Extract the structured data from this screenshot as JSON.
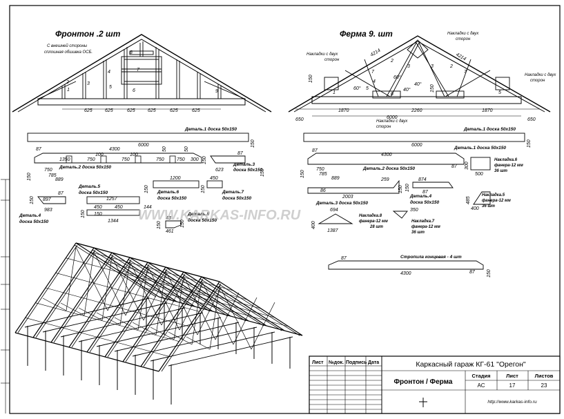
{
  "gable": {
    "title": "Фронтон .2 шт",
    "note_line1": "С внешней стороны",
    "note_line2": "сплошная обшивка ОСБ.",
    "part_numbers": [
      "1",
      "2",
      "3",
      "4",
      "5",
      "6",
      "7",
      "8",
      "9"
    ],
    "spacing_dims": [
      "625",
      "625",
      "625",
      "625",
      "625",
      "625"
    ]
  },
  "truss": {
    "title": "Ферма 9. шт",
    "overlay_top": "Накладки с двух",
    "overlay_top2": "сторон",
    "overlay_left": "Накладки с двух",
    "overlay_left2": "сторон",
    "overlay_right": "Накладки с двух",
    "overlay_right2": "сторон",
    "overlay_bottom": "Накладки с двух",
    "overlay_bottom2": "сторон",
    "dims": [
      "650",
      "1870",
      "2260",
      "1870",
      "650",
      "6000",
      "4214",
      "4214",
      "150",
      "150",
      "60°",
      "60°",
      "40°",
      "40°"
    ],
    "part_numbers": [
      "1",
      "2",
      "3",
      "4",
      "5",
      "6",
      "7",
      "2",
      "3",
      "5",
      "7"
    ]
  },
  "gable_parts": {
    "det1": "Деталь.1 доска 50х150",
    "det1_len": "6000",
    "det1_h": "150",
    "det2": "Деталь.2 доска 50х150",
    "det2_dims": [
      "87",
      "4300",
      "100",
      "100",
      "750",
      "750",
      "750",
      "750",
      "1350",
      "750",
      "785",
      "889",
      "300",
      "150",
      "50",
      "50"
    ],
    "det3": "Деталь.3",
    "det3b": "доска 50х150",
    "det3_dims": [
      "87",
      "150",
      "623",
      "150"
    ],
    "det4": "Деталь.4",
    "det4b": "доска 50х150",
    "det4_dims": [
      "87",
      "897",
      "983",
      "150"
    ],
    "det5": "Деталь.5",
    "det5b": "доска 50х150",
    "det5_dims": [
      "1257",
      "450",
      "450",
      "144",
      "150",
      "1344",
      "150"
    ],
    "det6": "Деталь.6",
    "det6b": "доска 50х150",
    "det6_dims": [
      "1200",
      "150"
    ],
    "det7": "Деталь.7",
    "det7b": "доска 50х150",
    "det7_dims": [
      "450",
      "150"
    ],
    "det8": "Деталь.8",
    "det8b": "доска 50х150",
    "det8_dims": [
      "43",
      "461",
      "150",
      "150"
    ]
  },
  "truss_parts": {
    "det1": "Деталь.1 доска 50х150",
    "det1_len": "6000",
    "det1_h": "150",
    "det2": "Деталь.2 доска 50х150",
    "det2_dims": [
      "87",
      "4300",
      "87",
      "750",
      "785",
      "889",
      "150"
    ],
    "det3": "Деталь.3 доска 50х150",
    "det3_dims": [
      "86",
      "2003",
      "259",
      "150"
    ],
    "det4": "Деталь.4",
    "det4b": "доска 50х150",
    "det4_dims": [
      "874",
      "87",
      "150"
    ],
    "nak6": "Накладка.6",
    "nak6b": "фанера-12 мм",
    "nak6c": "36 шт",
    "nak6_dims": [
      "500",
      "300"
    ],
    "nak5": "Накладка.5",
    "nak5b": "фанера-12 мм",
    "nak5c": "36 шт",
    "nak5_dims": [
      "400",
      "485"
    ],
    "nak8": "Накладка.8",
    "nak8b": "фанера-12 мм",
    "nak8c": "28 шт",
    "nak8_dims": [
      "694",
      "1387",
      "400"
    ],
    "nak7": "Накладка.7",
    "nak7b": "фанера-12 мм",
    "nak7c": "36 шт",
    "nak7_dims": [
      "350"
    ],
    "rafter": "Стропила концевая - 4 шт",
    "rafter_dims": [
      "87",
      "4300",
      "87",
      "150"
    ]
  },
  "watermark": "WWW.KARKAS-INFO.RU",
  "title_block": {
    "col_list": "Лист",
    "col_ndoc": "№док.",
    "col_sign": "Подпись",
    "col_date": "Дата",
    "project": "Каркасный гараж КГ-61 \"Орегон\"",
    "sheet_title": "Фронтон / Ферма",
    "stage_h": "Стадия",
    "sheet_h": "Лист",
    "sheets_h": "Листов",
    "stage": "АС",
    "sheet": "17",
    "sheets": "23",
    "url": "http://www.karkas-info.ru"
  }
}
